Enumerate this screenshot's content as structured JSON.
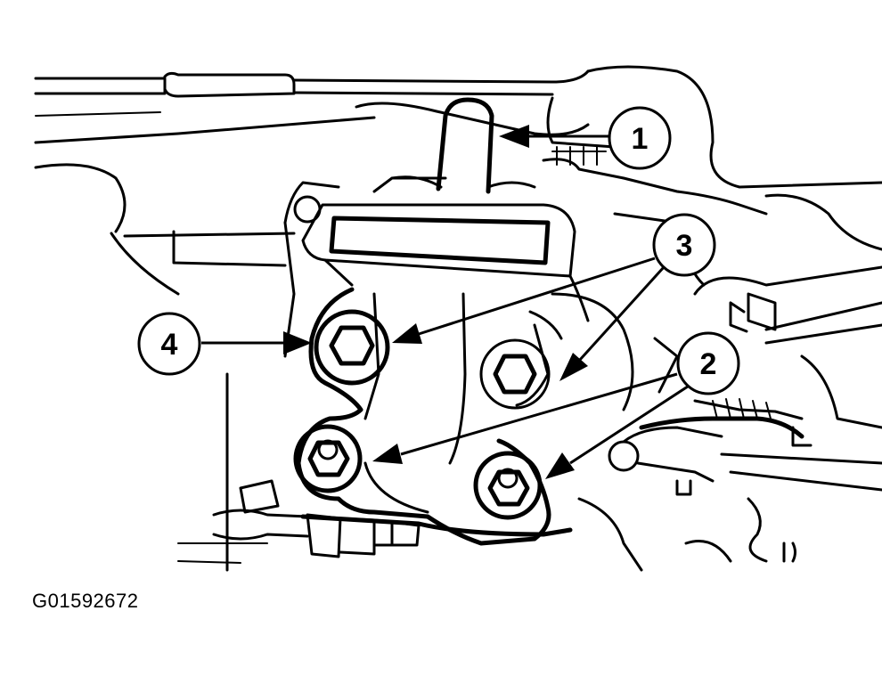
{
  "figure_id": "G01592672",
  "callouts": [
    {
      "label": "1"
    },
    {
      "label": "2"
    },
    {
      "label": "3"
    },
    {
      "label": "4"
    }
  ]
}
